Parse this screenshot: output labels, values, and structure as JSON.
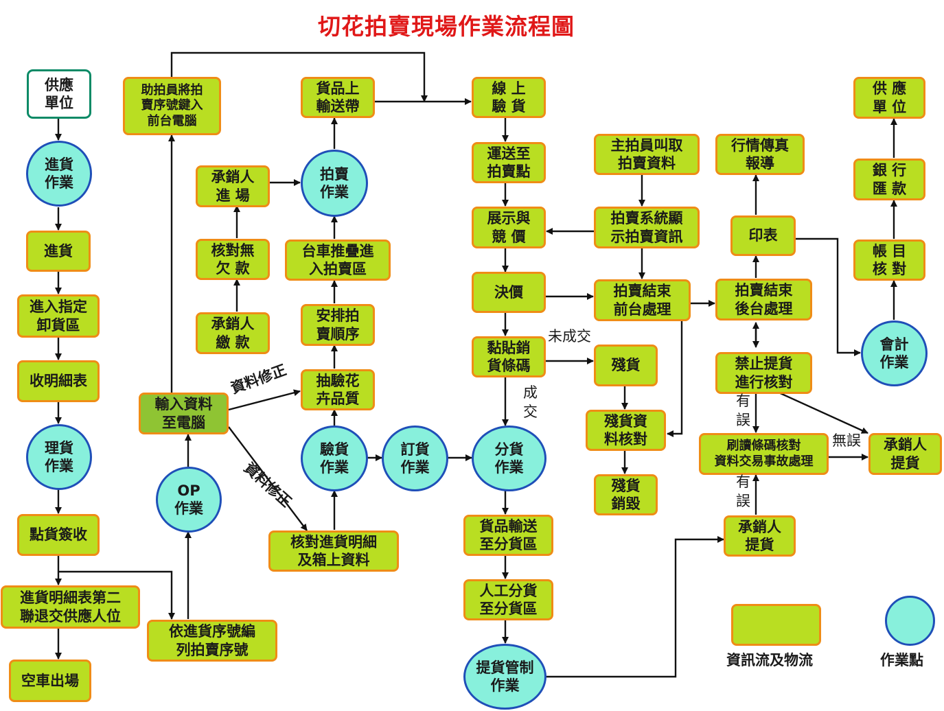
{
  "title": "切花拍賣現場作業流程圖",
  "nodes": {
    "supplier_in": "供應\n單位",
    "receive_op": "進貨\n作業",
    "receive": "進貨",
    "enter_unload": "進入指定\n卸貨區",
    "collect_list": "收明細表",
    "sort_op": "理貨\n作業",
    "count_sign": "點貨簽收",
    "return_copy": "進貨明細表第二\n聯退交供應人位",
    "empty_exit": "空車出場",
    "assistant_key": "助拍員將拍\n賣序號鍵入\n前台電腦",
    "input_data": "輸入資料\n至電腦",
    "op_op": "OP\n作業",
    "assign_seq": "依進貨序號編\n列拍賣序號",
    "conveyor": "貨品上\n輸送帶",
    "auction_op": "拍賣\n作業",
    "buyer_enter": "承銷人\n進  場",
    "check_debt": "核對無\n欠 款",
    "buyer_pay": "承銷人\n繳 款",
    "cart_stack": "台車推疊進\n入拍賣區",
    "arrange_order": "安排拍\n賣順序",
    "sample_quality": "抽驗花\n卉品質",
    "inspect_op": "驗貨\n作業",
    "order_op": "訂貨\n作業",
    "verify_detail": "核對進貨明細\n及箱上資料",
    "online_inspect": "線 上\n驗 貨",
    "transport_point": "運送至\n拍賣點",
    "display_bid": "展示與\n競 價",
    "decide_price": "決價",
    "paste_barcode": "黏貼銷\n貨條碼",
    "distribute_op": "分貨\n作業",
    "ship_to_area": "貨品輸送\n至分貨區",
    "manual_sort": "人工分貨\n至分貨區",
    "pickup_control": "提貨管制\n作業",
    "auctioneer_fetch": "主拍員叫取\n拍賣資料",
    "system_display": "拍賣系統顯\n示拍賣資訊",
    "front_end": "拍賣結束\n前台處理",
    "leftover": "殘貨",
    "leftover_check": "殘貨資\n料核對",
    "leftover_destroy": "殘貨\n銷毀",
    "market_fax": "行情傳真\n報導",
    "print": "印表",
    "back_end": "拍賣結束\n後台處理",
    "forbid_pickup": "禁止提貨\n進行核對",
    "scan_barcode": "刷讀條碼核對\n資料交易事故處理",
    "buyer_pickup_ok": "承銷人\n提貨",
    "buyer_pickup": "承銷人\n提貨",
    "supplier_out": "供 應\n單 位",
    "bank_remit": "銀 行\n匯 款",
    "account_check": "帳 目\n核 對",
    "accounting_op": "會計\n作業"
  },
  "labels": {
    "data_fix_up": "資料修正",
    "data_fix_down": "資料修正",
    "not_sold": "未成交",
    "sold": "成\n交",
    "error1": "有\n誤",
    "error2": "有\n誤",
    "no_error": "無誤"
  },
  "legend": {
    "box_label": "資訊流及物流",
    "circle_label": "作業點"
  },
  "colors": {
    "box_fill": "#b9de22",
    "box_border": "#ef8c16",
    "circle_fill": "#88f0dc",
    "circle_border": "#1f4fb8",
    "title": "#e01818"
  }
}
